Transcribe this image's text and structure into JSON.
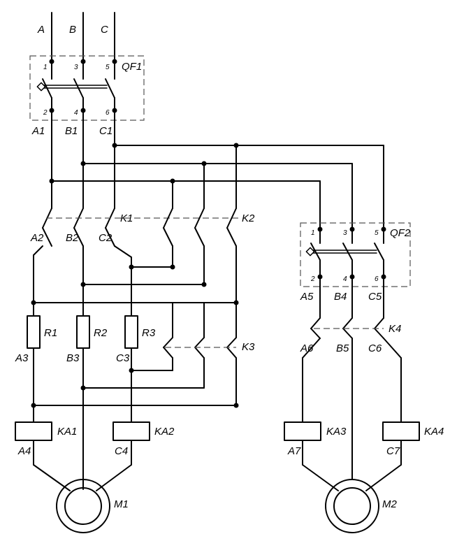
{
  "phases": [
    "A",
    "B",
    "C"
  ],
  "breakers": {
    "qf1": {
      "name": "QF1",
      "line_terms": [
        "1",
        "3",
        "5"
      ],
      "load_terms": [
        "2",
        "4",
        "6"
      ]
    },
    "qf2": {
      "name": "QF2",
      "line_terms": [
        "1",
        "3",
        "5"
      ],
      "load_terms": [
        "2",
        "4",
        "6"
      ]
    }
  },
  "contactors": [
    "K1",
    "K2",
    "K3",
    "K4"
  ],
  "resistors": [
    "R1",
    "R2",
    "R3"
  ],
  "current_relays": [
    "KA1",
    "KA2",
    "KA3",
    "KA4"
  ],
  "motors": [
    "M1",
    "M2"
  ],
  "wire_labels": {
    "A1": "A1",
    "B1": "B1",
    "C1": "C1",
    "A2": "A2",
    "B2": "B2",
    "C2": "C2",
    "A3": "A3",
    "B3": "B3",
    "C3": "C3",
    "A4": "A4",
    "C4": "C4",
    "A5": "A5",
    "B4": "B4",
    "C5": "C5",
    "A6": "A6",
    "B5": "B5",
    "C6": "C6",
    "A7": "A7",
    "C7": "C7"
  }
}
